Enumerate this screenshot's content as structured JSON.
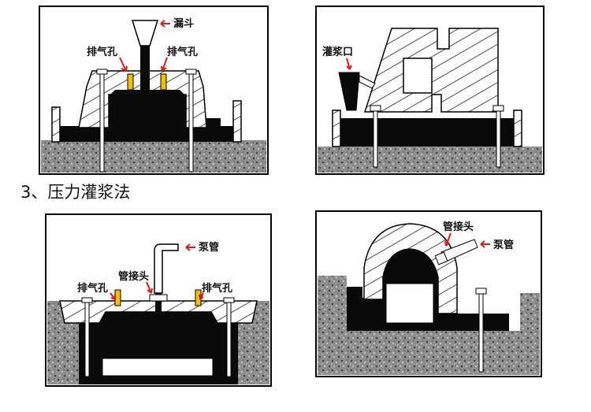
{
  "section_title": "3、压力灌浆法",
  "panels": [
    {
      "labels": {
        "funnel": "漏斗",
        "vent_left": "排气孔",
        "vent_right": "排气孔"
      }
    },
    {
      "labels": {
        "pour_port": "灌浆口"
      }
    },
    {
      "labels": {
        "pump_pipe": "泵管",
        "pipe_joint": "管接头",
        "vent_left": "排气孔",
        "vent_right": "排气孔"
      }
    },
    {
      "labels": {
        "pipe_joint": "管接头",
        "pump_pipe": "泵管"
      }
    }
  ],
  "colors": {
    "grout": "#0a0a0a",
    "hatch": "#222222",
    "vent": "#f2c200",
    "arrow": "#e01818",
    "concrete": "#8c8c8c"
  }
}
